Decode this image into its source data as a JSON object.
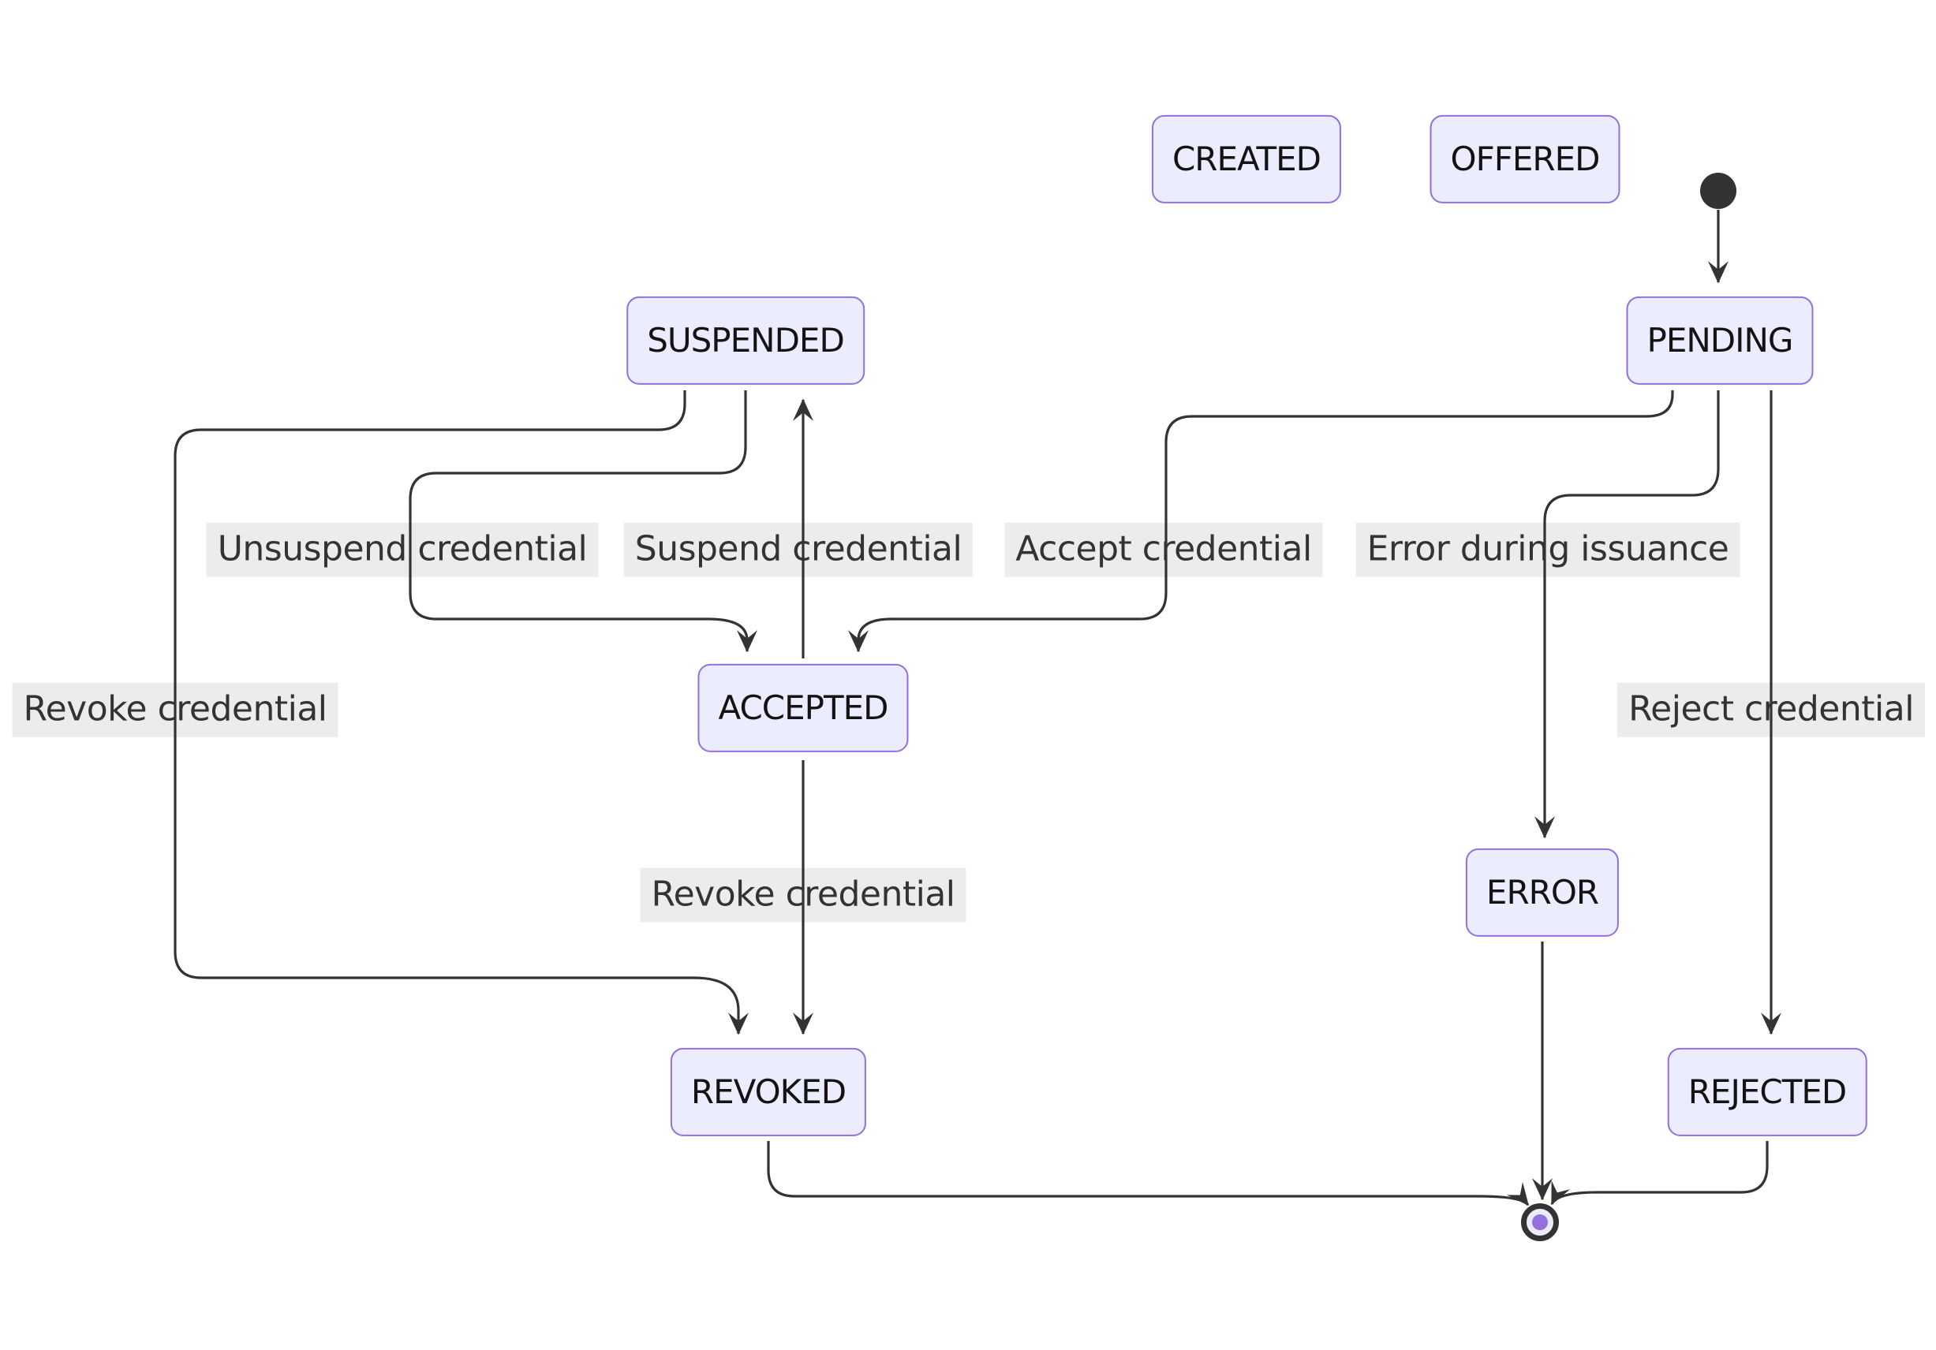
{
  "diagram": {
    "kind": "state-diagram",
    "nodes": {
      "created": {
        "label": "CREATED"
      },
      "offered": {
        "label": "OFFERED"
      },
      "pending": {
        "label": "PENDING"
      },
      "suspended": {
        "label": "SUSPENDED"
      },
      "accepted": {
        "label": "ACCEPTED"
      },
      "error": {
        "label": "ERROR"
      },
      "revoked": {
        "label": "REVOKED"
      },
      "rejected": {
        "label": "REJECTED"
      }
    },
    "edge_labels": {
      "unsuspend": {
        "label": "Unsuspend credential"
      },
      "suspend": {
        "label": "Suspend credential"
      },
      "accept": {
        "label": "Accept credential"
      },
      "error_during_issuance": {
        "label": "Error during issuance"
      },
      "revoke_from_suspended": {
        "label": "Revoke credential"
      },
      "revoke_from_accepted": {
        "label": "Revoke credential"
      },
      "reject": {
        "label": "Reject credential"
      }
    },
    "transitions": [
      {
        "from": "start",
        "to": "PENDING",
        "label": ""
      },
      {
        "from": "SUSPENDED",
        "to": "ACCEPTED",
        "label": "Unsuspend credential"
      },
      {
        "from": "ACCEPTED",
        "to": "SUSPENDED",
        "label": "Suspend credential"
      },
      {
        "from": "PENDING",
        "to": "ACCEPTED",
        "label": "Accept credential"
      },
      {
        "from": "PENDING",
        "to": "ERROR",
        "label": "Error during issuance"
      },
      {
        "from": "SUSPENDED",
        "to": "REVOKED",
        "label": "Revoke credential"
      },
      {
        "from": "ACCEPTED",
        "to": "REVOKED",
        "label": "Revoke credential"
      },
      {
        "from": "PENDING",
        "to": "REJECTED",
        "label": "Reject credential"
      },
      {
        "from": "REVOKED",
        "to": "end",
        "label": ""
      },
      {
        "from": "ERROR",
        "to": "end",
        "label": ""
      },
      {
        "from": "REJECTED",
        "to": "end",
        "label": ""
      }
    ],
    "colors": {
      "state_fill": "#ECECFF",
      "state_border": "#9370DB",
      "state_text": "#131313",
      "edge_stroke": "#333333",
      "edge_label_bg": "#ececec",
      "edge_label_text": "#333333",
      "start_dot": "#333333",
      "final_ring": "#333333",
      "final_dot": "#9370DB"
    }
  }
}
